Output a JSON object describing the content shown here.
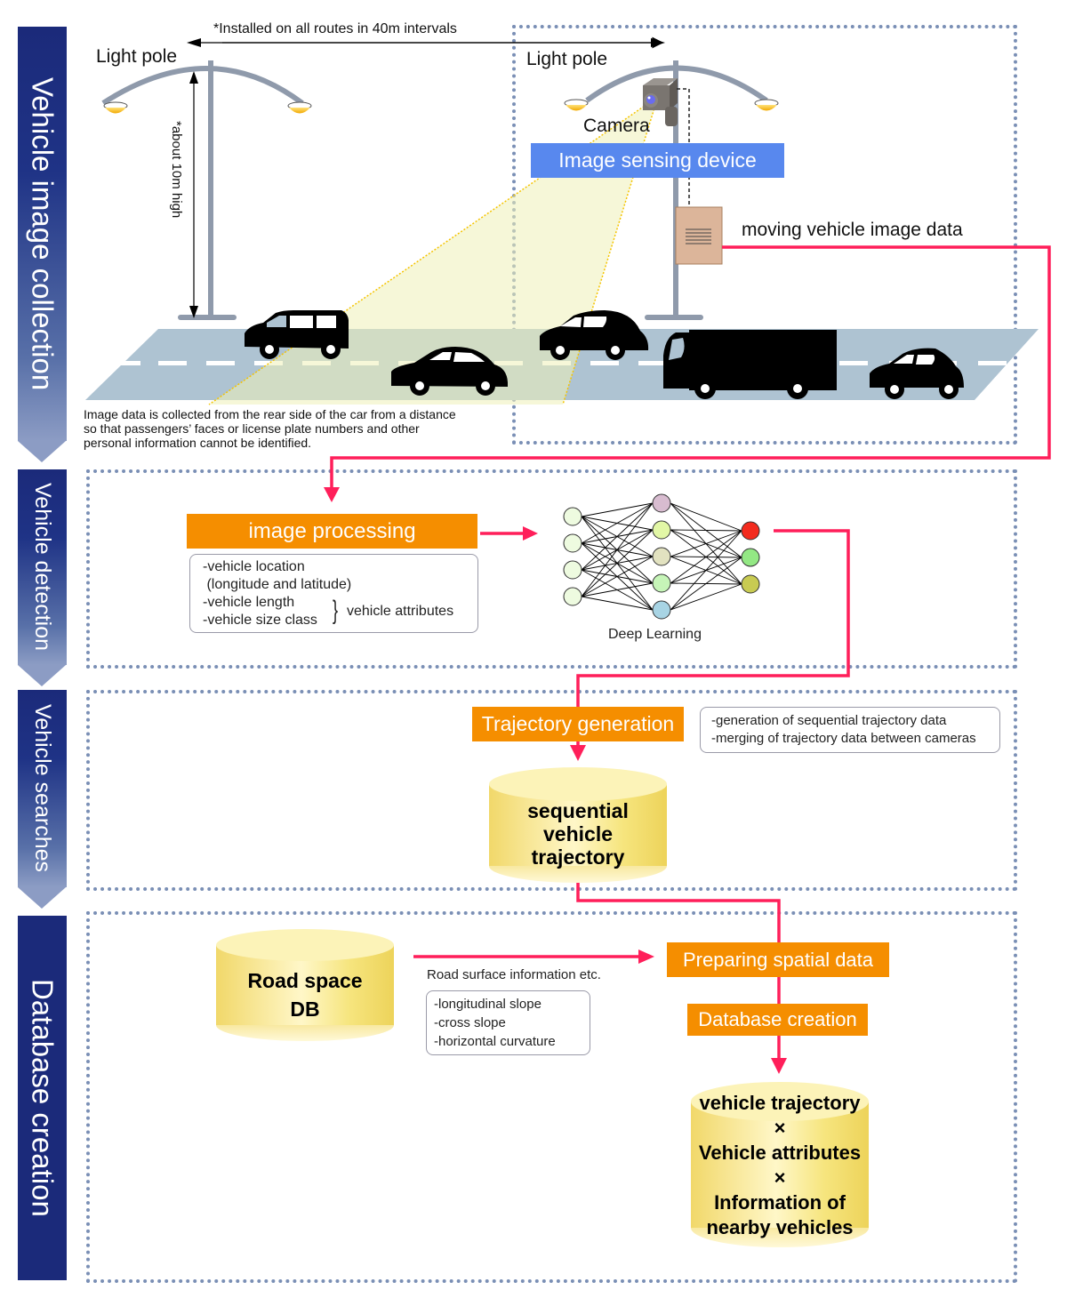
{
  "stages": [
    {
      "label": "Vehicle image collection"
    },
    {
      "label": "Vehicle detection"
    },
    {
      "label": "Vehicle searches"
    },
    {
      "label": "Database creation"
    }
  ],
  "collection": {
    "interval_note": "*Installed on all routes in 40m intervals",
    "light_pole_left": "Light pole",
    "light_pole_right": "Light pole",
    "height_note": "*about 10m high",
    "camera_label": "Camera",
    "device_label": "Image sensing device",
    "data_label": "moving vehicle image data",
    "privacy_note": [
      "Image data is collected from the rear side of the car from a distance",
      "so that passengers’ faces or license plate numbers and other",
      "personal information cannot be identified."
    ],
    "vehicles": [
      "minivan",
      "sedan",
      "hatchback",
      "truck",
      "compact-car"
    ]
  },
  "detection": {
    "process_label": "image processing",
    "attributes": [
      "-vehicle location",
      " (longitude and latitude)",
      "-vehicle length",
      "-vehicle size class"
    ],
    "attributes_group_label": "vehicle attributes",
    "dl_label": "Deep Learning",
    "network": {
      "input_nodes": 4,
      "hidden_nodes": 5,
      "output_nodes": 3,
      "hidden_colors": [
        "#d8bcd0",
        "#e2f7a6",
        "#e2e2c0",
        "#c6f5b8",
        "#a8d4e4"
      ],
      "output_colors": [
        "#f32b1e",
        "#93e884",
        "#c8cb52"
      ],
      "input_color": "#eefbe0"
    }
  },
  "searches": {
    "process_label": "Trajectory generation",
    "notes": [
      "-generation of sequential trajectory data",
      "-merging of trajectory data between cameras"
    ],
    "db_label": [
      "sequential",
      "vehicle",
      "trajectory"
    ]
  },
  "database": {
    "road_db_label": [
      "Road space",
      "DB"
    ],
    "road_info_label": "Road surface information etc.",
    "road_info_items": [
      "-longitudinal slope",
      "-cross slope",
      "-horizontal curvature"
    ],
    "prepare_label": "Preparing spatial data",
    "create_label": "Database creation",
    "result_db_label": [
      "vehicle trajectory",
      "×",
      "Vehicle attributes",
      "×",
      "Information of",
      "nearby vehicles"
    ]
  },
  "colors": {
    "stage_bar": "#1b2a7a",
    "flow_arrow": "#ff1f5a",
    "process_box": "#f58e00",
    "device_box": "#5888ee",
    "dashed_border": "#7a8fb5",
    "road": "#aec3d2"
  }
}
